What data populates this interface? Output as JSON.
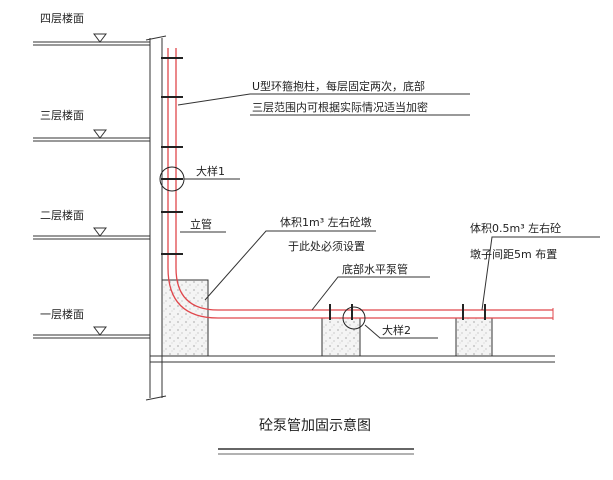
{
  "floors": {
    "f4": "四层楼面",
    "f3": "三层楼面",
    "f2": "二层楼面",
    "f1": "一层楼面"
  },
  "notes": {
    "u_clamp_line1": "U型环箍抱柱，每层固定两次，底部",
    "u_clamp_line2": "三层范围内可根据实际情况适当加密",
    "detail1": "大样1",
    "riser": "立管",
    "block1_line1": "体积1m³ 左右砼墩",
    "block1_line2": "于此处必须设置",
    "bottom_pipe": "底部水平泵管",
    "detail2": "大样2",
    "block05_line1": "体积0.5m³ 左右砼",
    "block05_line2": "墩子间距5m 布置"
  },
  "title": "砼泵管加固示意图",
  "colors": {
    "pipe": "#e0474c",
    "line": "#333333",
    "concrete": "#f3f3f3"
  }
}
